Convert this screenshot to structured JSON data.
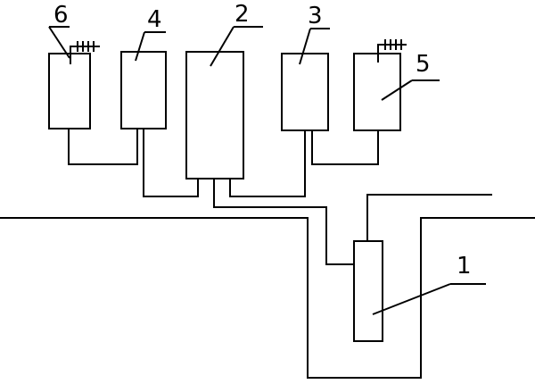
{
  "labels": {
    "pit_unit": "1",
    "center_unit": "2",
    "right_inner_unit": "3",
    "left_inner_unit": "4",
    "right_outer_unit": "5",
    "left_outer_unit": "6"
  },
  "colors": {
    "stroke": "#000000",
    "background": "#ffffff"
  }
}
